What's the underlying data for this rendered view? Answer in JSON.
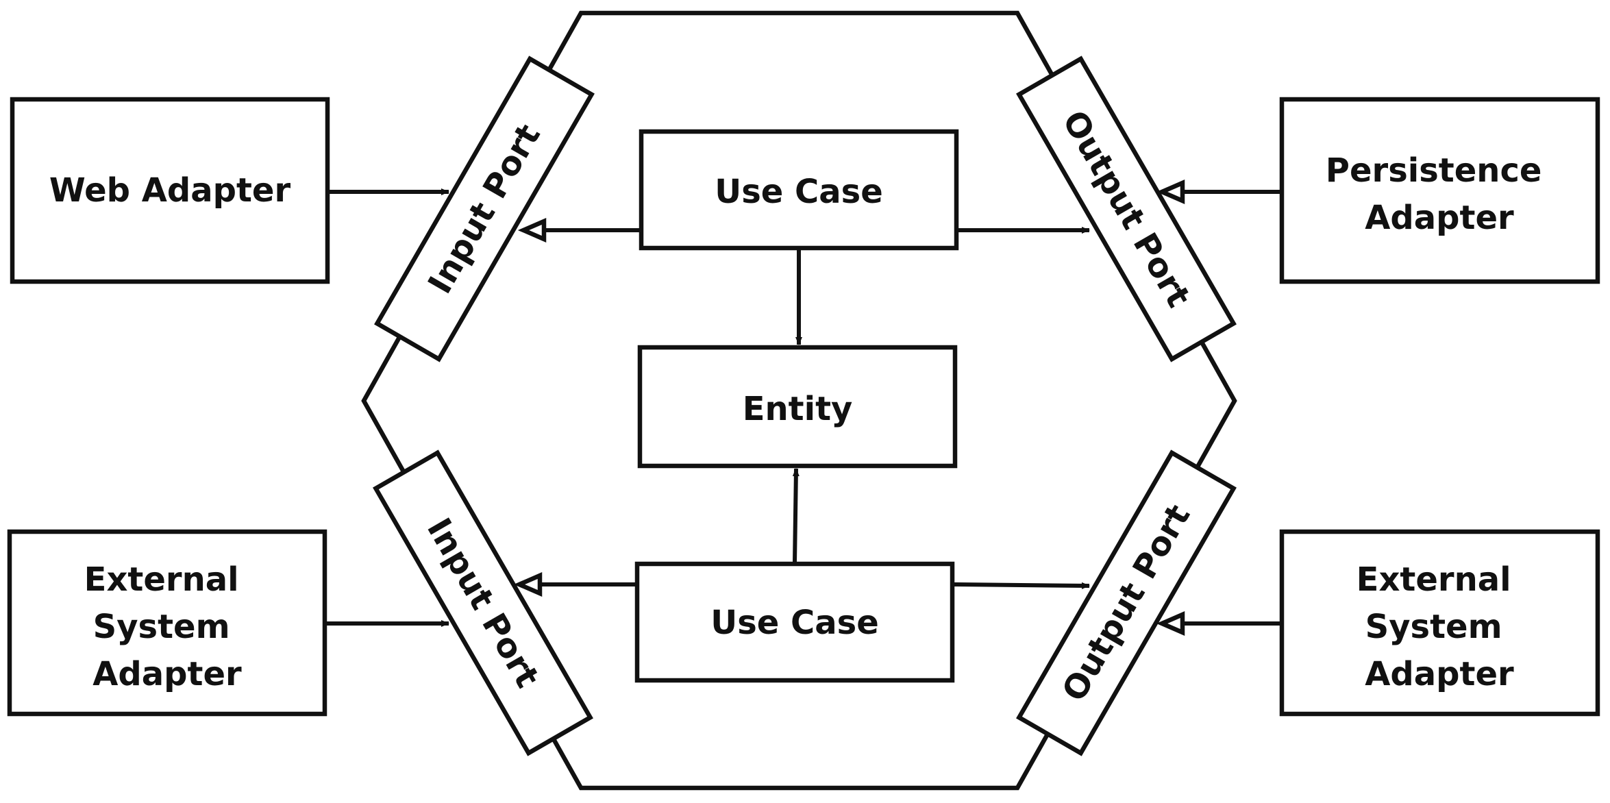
{
  "adapters": {
    "web": [
      "Web Adapter"
    ],
    "external_left": [
      "External",
      "System",
      "Adapter"
    ],
    "persistence": [
      "Persistence",
      "Adapter"
    ],
    "external_right": [
      "External",
      "System",
      "Adapter"
    ]
  },
  "ports": {
    "input_top": "Input Port",
    "input_bottom": "Input Port",
    "output_top": "Output Port",
    "output_bottom": "Output Port"
  },
  "core": {
    "use_case_top": "Use Case",
    "entity": "Entity",
    "use_case_bottom": "Use Case"
  }
}
